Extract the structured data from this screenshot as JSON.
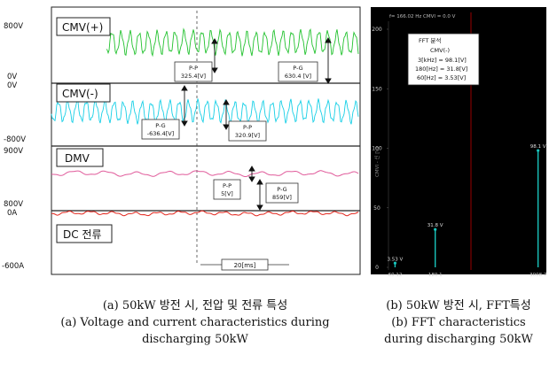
{
  "chart_data": [
    {
      "type": "line",
      "panels": [
        {
          "label": "CMV(+)",
          "y_top": "800V",
          "y_bottom": "0V",
          "color": "#22c22e",
          "annotations": [
            {
              "label": "P-P",
              "value": "325.4[V]"
            },
            {
              "label": "P-G",
              "value": "630.4 [V]"
            }
          ]
        },
        {
          "label": "CMV(-)",
          "y_top": "0V",
          "y_bottom": "-800V",
          "color": "#16cfe6",
          "annotations": [
            {
              "label": "P-G",
              "value": "-636.4[V]"
            },
            {
              "label": "P-P",
              "value": "320.9[V]"
            }
          ]
        },
        {
          "label": "DMV",
          "y_top": "900V",
          "y_bottom": "800V",
          "color": "#e05a9a",
          "annotations": [
            {
              "label": "P-P",
              "value": "5[V]"
            },
            {
              "label": "P-G",
              "value": "859[V]"
            }
          ]
        },
        {
          "label": "DC 전류",
          "y_top": "0A",
          "y_bottom": "-600A",
          "color": "#e2231a",
          "annotations": []
        }
      ],
      "time_div": "20[ms]",
      "caption_ko": "(a) 50kW 방전 시, 전압 및 전류 특성",
      "caption_en": "(a) Voltage and current characteristics during discharging 50kW"
    },
    {
      "type": "bar",
      "header": "f= 166.02 Hz CMVI = 0.0 V",
      "ylabel": "CMVI - 신 [V]",
      "y_ticks": [
        "200",
        "150",
        "100",
        "50",
        "0"
      ],
      "ylim": [
        0,
        215
      ],
      "x_ticks": [
        "60.12",
        "180.1",
        "3008.7"
      ],
      "legend": {
        "title": "FFT 분석",
        "subtitle": "CMV(-)",
        "lines": [
          "3[kHz] = 98.1[V]",
          "180[Hz] = 31.8[V]",
          "60[Hz] = 3.53[V]"
        ]
      },
      "peaks": [
        {
          "freq": 60,
          "value": 3.53,
          "label": "3.53 V"
        },
        {
          "freq": 180,
          "value": 31.8,
          "label": "31.8 V"
        },
        {
          "freq": 3000,
          "value": 98.1,
          "label": "98.1 V"
        }
      ],
      "caption_ko": "(b) 50kW 방전 시, FFT특성",
      "caption_en": "(b) FFT characteristics during discharging 50kW"
    }
  ]
}
